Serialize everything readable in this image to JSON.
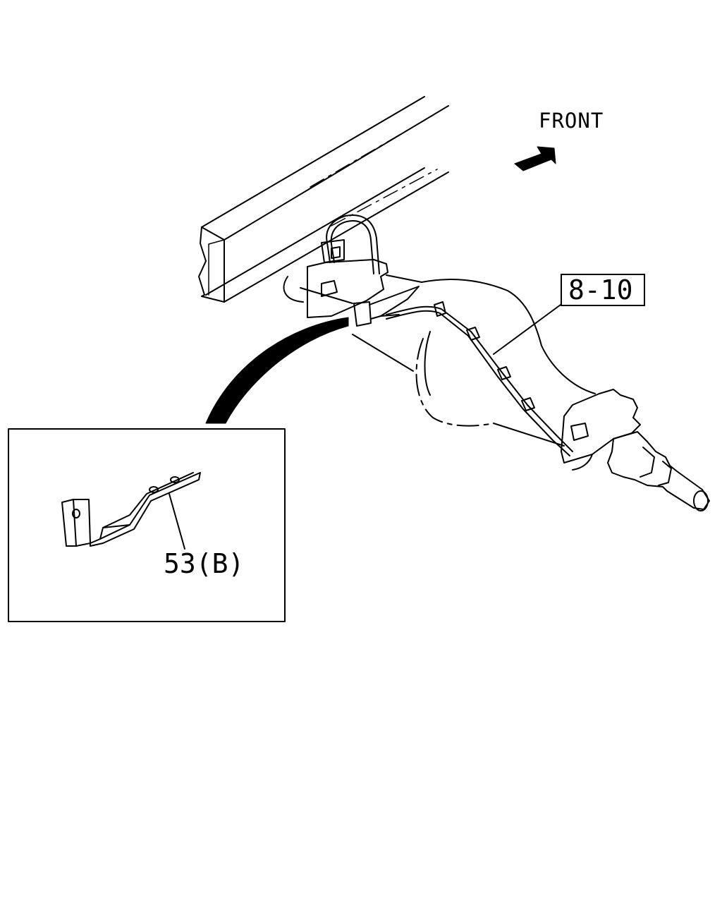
{
  "diagram": {
    "direction_label": "FRONT",
    "reference_label": "8-10",
    "part_label": "53(B)"
  },
  "colors": {
    "line": "#000000",
    "background": "#ffffff"
  }
}
